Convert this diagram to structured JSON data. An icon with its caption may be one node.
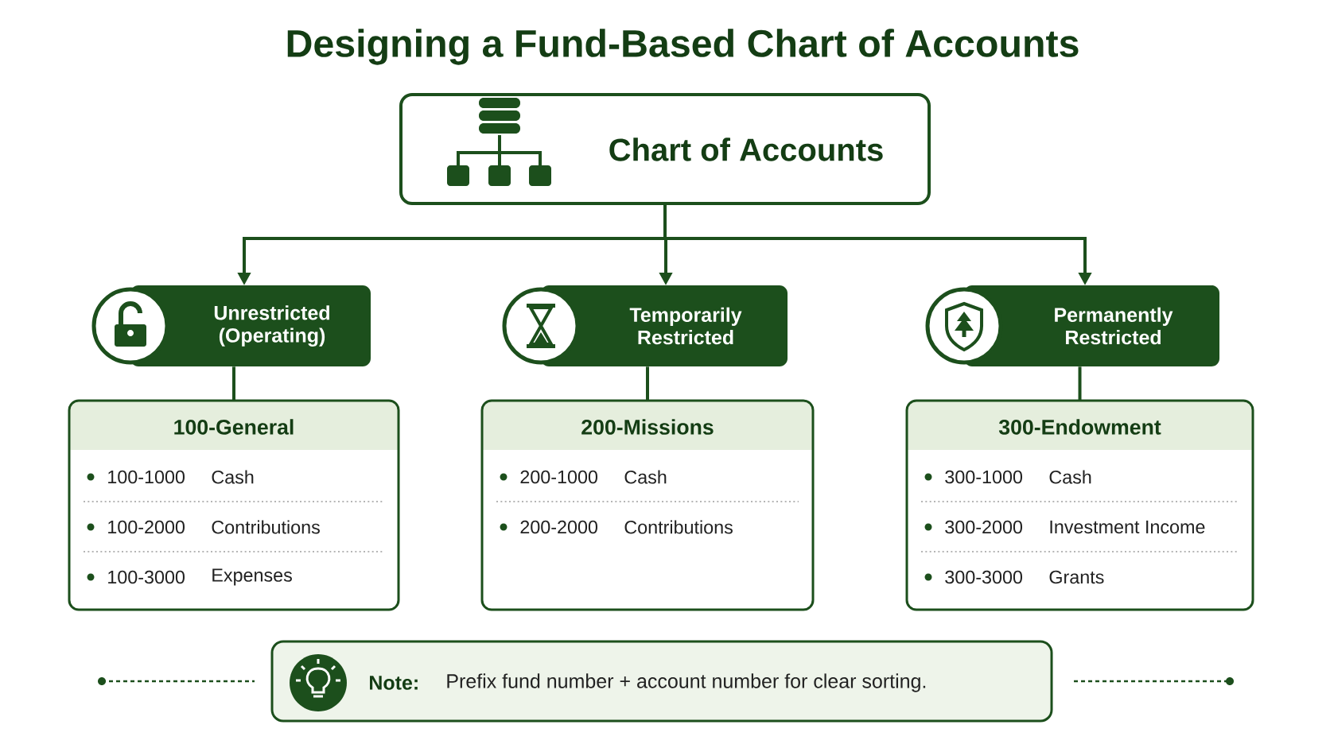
{
  "diagram": {
    "title": "Designing a Fund-Based Chart of Accounts",
    "nodes": [
      {
        "text": [
          "Chart of Accounts"
        ]
      },
      {
        "text": [
          "Unrestricted (Operating)"
        ]
      },
      {
        "text": [
          "Temporarily Restricted"
        ]
      },
      {
        "text": [
          "Permanently Restricted"
        ]
      },
      {
        "text": [
          "100-General",
          "100-1000",
          "Cash",
          "100-2000",
          "Contributions",
          "100-3000",
          "Expenses"
        ]
      },
      {
        "text": [
          "200-Missions",
          "200-1000",
          "Cash",
          "200-2000",
          "Contributions"
        ]
      },
      {
        "text": [
          "300-Endowment",
          "300-1000",
          "Cash",
          "300-2000",
          "Investment Income",
          "300-3000",
          "Grants"
        ]
      },
      {
        "text": [
          "Note:",
          "Prefix fund number + account number for clear sorting."
        ]
      }
    ],
    "edges": [
      {
        "from": 0,
        "to": 1,
        "arrow": "to"
      },
      {
        "from": 0,
        "to": 2,
        "arrow": "to"
      },
      {
        "from": 0,
        "to": 3,
        "arrow": "to"
      },
      {
        "from": 1,
        "to": 4,
        "arrow": "none"
      },
      {
        "from": 2,
        "to": 5,
        "arrow": "none"
      },
      {
        "from": 3,
        "to": 6,
        "arrow": "none"
      }
    ]
  }
}
